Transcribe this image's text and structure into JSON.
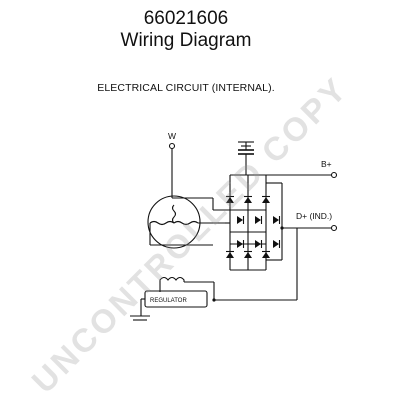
{
  "header": {
    "part_number": "66021606",
    "title": "Wiring Diagram"
  },
  "subtitle": "ELECTRICAL CIRCUIT (INTERNAL).",
  "terminals": {
    "w": "W",
    "b_plus": "B+",
    "d_plus": "D+ (IND.)"
  },
  "regulator_label": "REGULATOR",
  "watermark": "UNCONTROLLED COPY"
}
